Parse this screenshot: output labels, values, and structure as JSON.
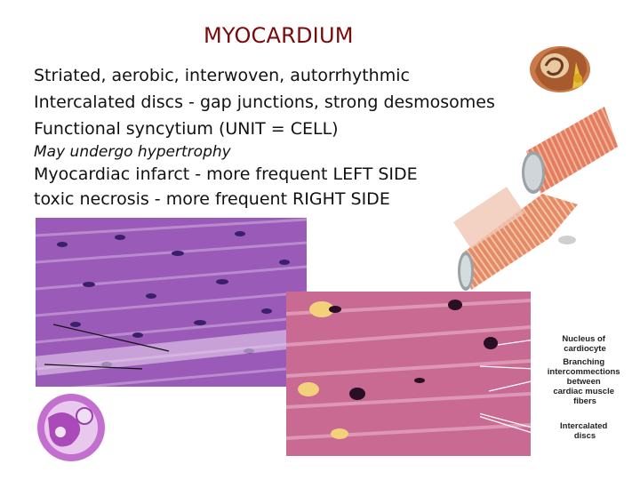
{
  "slide": {
    "title": "MYOCARDIUM",
    "lines": [
      "Striated, aerobic, interwoven,  autorrhythmic",
      "Intercalated discs - gap junctions, strong desmosomes",
      "Functional syncytium (UNIT = CELL)",
      "May undergo hypertrophy",
      "Myocardiac infarct  -  more frequent  LEFT SIDE",
      "toxic necrosis  -  more frequent RIGHT SIDE"
    ]
  },
  "micrograph_labels": {
    "nucleus": [
      "Nucleus of",
      "cardiocyte"
    ],
    "branching": [
      "Branching",
      "intercommections",
      "between",
      "cardiac muscle",
      "fibers"
    ],
    "discs": [
      "Intercalated",
      "discs"
    ]
  },
  "icons": [
    "heart-illustration",
    "muscle-fiber-diagram",
    "histology-micrograph",
    "heart-section-thumbnail"
  ],
  "colors": {
    "title": "#7a0a0a",
    "tissue_purple": "#9a5ab8",
    "tissue_pink": "#c86a92",
    "fiber_red": "#e07a5a"
  }
}
